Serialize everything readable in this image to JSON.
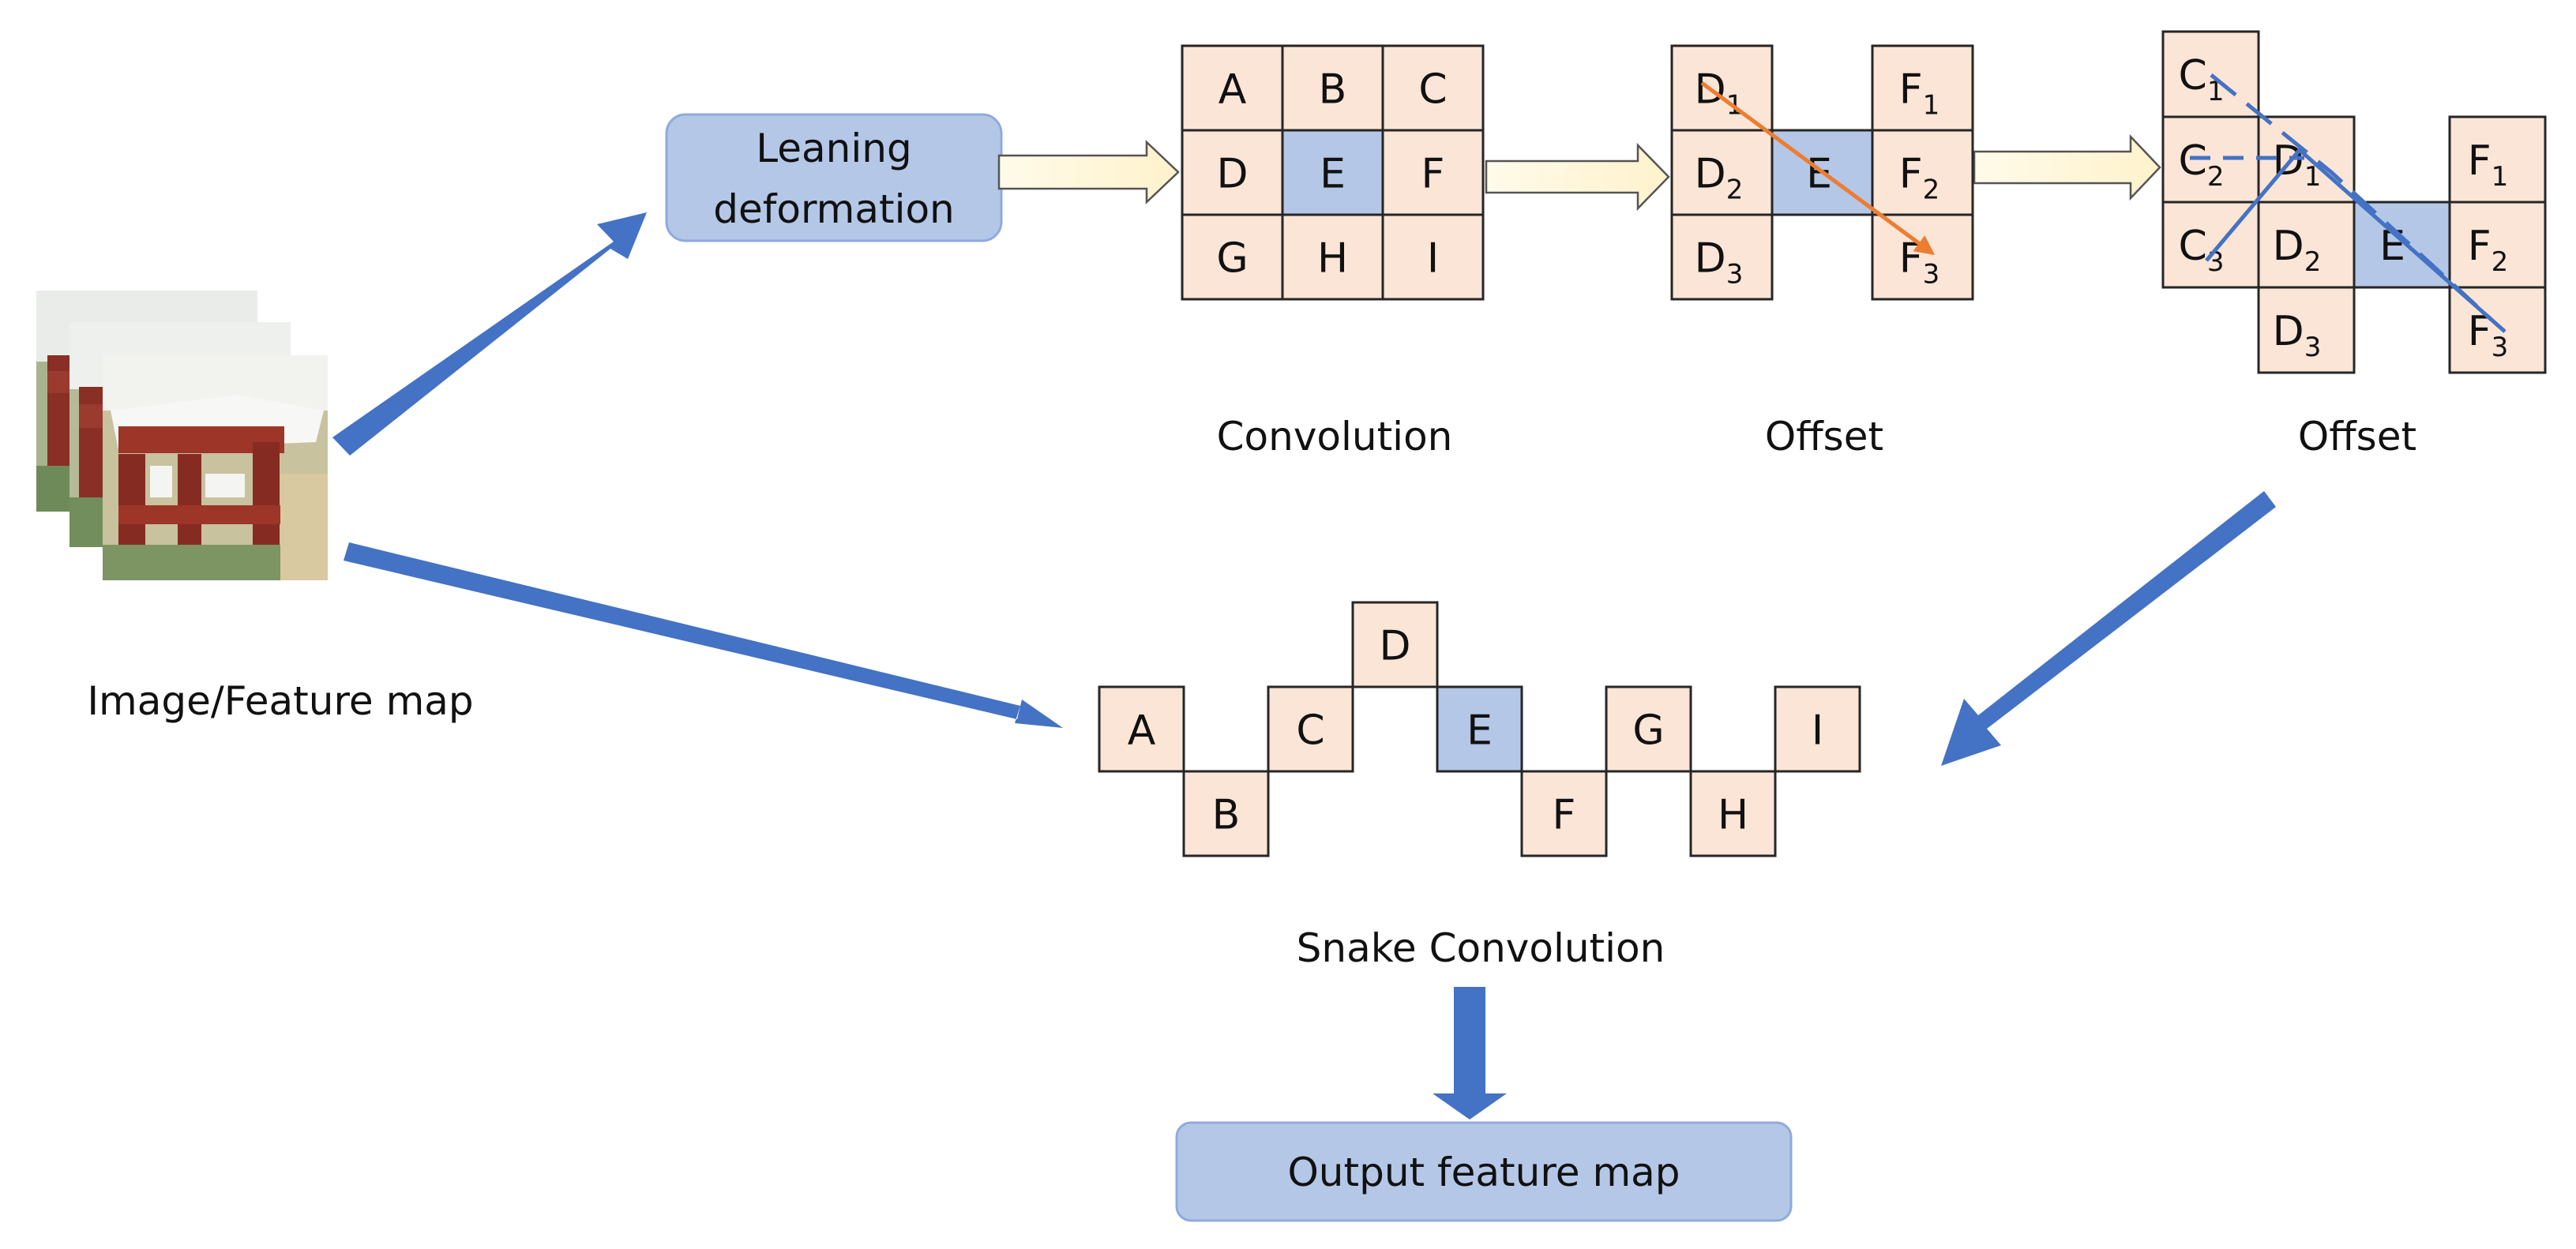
{
  "colors": {
    "cell_fill": "#fbe5d6",
    "center_fill": "#b4c7e7",
    "box_fill": "#b4c7e7",
    "box_stroke": "#8faadc",
    "big_arrow": "#4472c4",
    "small_arrow_fill": "#fff2cc",
    "orange_line": "#ed7d31",
    "blue_line": "#4472c4"
  },
  "icons": {
    "input_image": "stacked-painting-thumbnails-icon"
  },
  "labels": {
    "image_feature_map": "Image/Feature map",
    "leaning_line1": "Leaning",
    "leaning_line2": "deformation",
    "convolution": "Convolution",
    "offset1": "Offset",
    "offset2": "Offset",
    "snake_convolution": "Snake Convolution",
    "output_feature_map": "Output feature map"
  },
  "grid_conv": [
    "A",
    "B",
    "C",
    "D",
    "E",
    "F",
    "G",
    "H",
    "I"
  ],
  "offset1": {
    "D1": {
      "base": "D",
      "sub": "1"
    },
    "D2": {
      "base": "D",
      "sub": "2"
    },
    "D3": {
      "base": "D",
      "sub": "3"
    },
    "E": {
      "base": "E",
      "sub": ""
    },
    "F1": {
      "base": "F",
      "sub": "1"
    },
    "F2": {
      "base": "F",
      "sub": "2"
    },
    "F3": {
      "base": "F",
      "sub": "3"
    }
  },
  "offset2": {
    "C1": {
      "base": "C",
      "sub": "1"
    },
    "C2": {
      "base": "C",
      "sub": "2"
    },
    "C3": {
      "base": "C",
      "sub": "3"
    },
    "D1": {
      "base": "D",
      "sub": "1"
    },
    "D2": {
      "base": "D",
      "sub": "2"
    },
    "D3": {
      "base": "D",
      "sub": "3"
    },
    "E": {
      "base": "E",
      "sub": ""
    },
    "F1": {
      "base": "F",
      "sub": "1"
    },
    "F2": {
      "base": "F",
      "sub": "2"
    },
    "F3": {
      "base": "F",
      "sub": "3"
    }
  },
  "snake": [
    "A",
    "B",
    "C",
    "D",
    "E",
    "F",
    "G",
    "H",
    "I"
  ]
}
